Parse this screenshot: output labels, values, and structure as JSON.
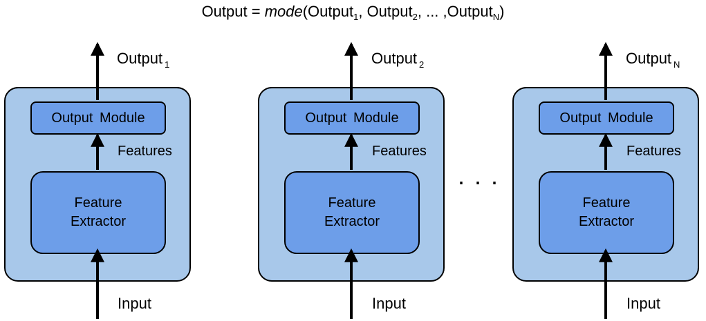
{
  "formula": {
    "lhs": "Output = ",
    "func": "mode",
    "open": "(Output",
    "sub1": "1",
    "mid1": ", Output",
    "sub2": "2",
    "mid2": ", ... ,Output",
    "subN": "N",
    "close": ")"
  },
  "models": [
    {
      "output_label": "Output",
      "output_sub": "1",
      "output_module": "Output  Module",
      "features": "Features",
      "extractor_line1": "Feature",
      "extractor_line2": "Extractor",
      "input": "Input"
    },
    {
      "output_label": "Output",
      "output_sub": "2",
      "output_module": "Output  Module",
      "features": "Features",
      "extractor_line1": "Feature",
      "extractor_line2": "Extractor",
      "input": "Input"
    },
    {
      "output_label": "Output",
      "output_sub": "N",
      "output_module": "Output  Module",
      "features": "Features",
      "extractor_line1": "Feature",
      "extractor_line2": "Extractor",
      "input": "Input"
    }
  ],
  "ellipsis": "...",
  "colors": {
    "outer_box": "#a8c8ea",
    "inner_box": "#6d9ee9",
    "stroke": "#000000"
  }
}
